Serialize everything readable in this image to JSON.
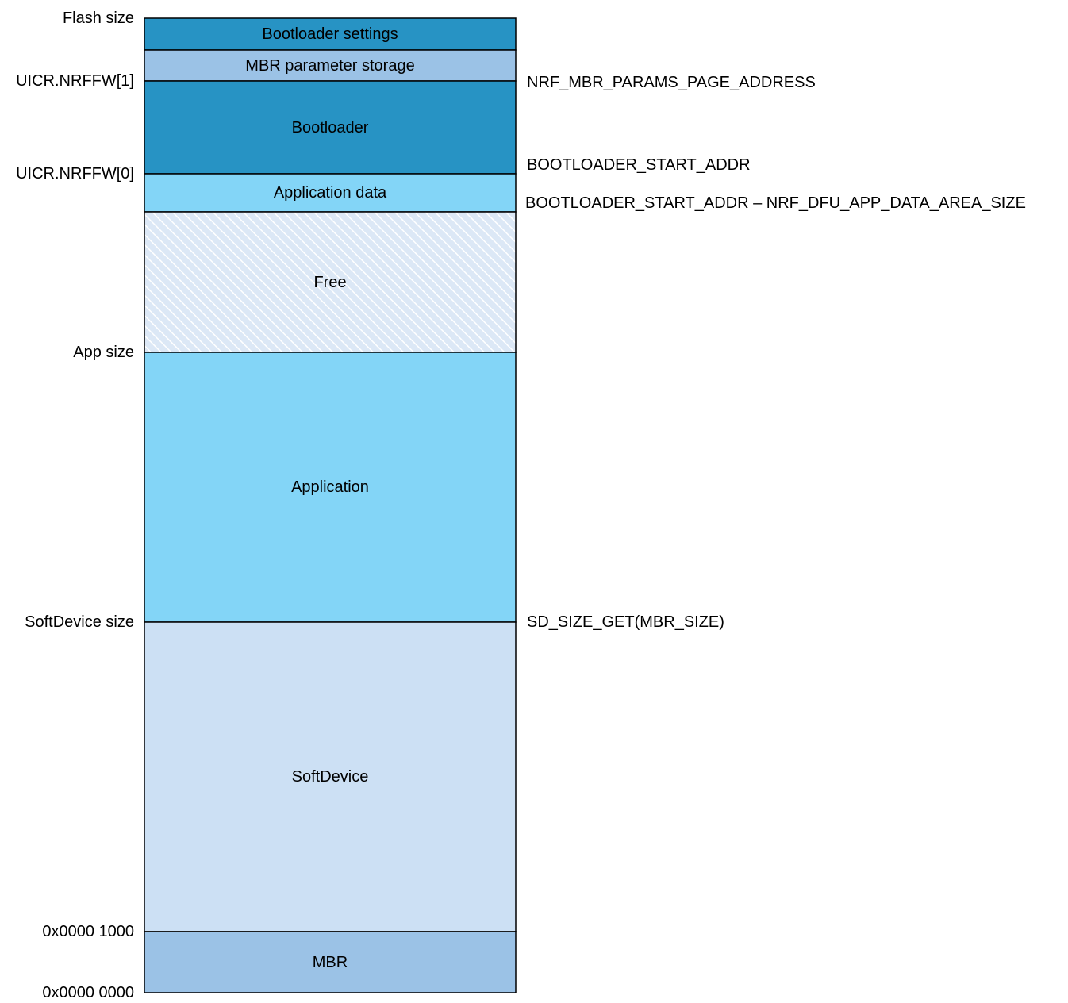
{
  "colors": {
    "dark_blue": "#2793C4",
    "light_steel": "#9BC2E6",
    "cyan": "#83D5F7",
    "pale_blue": "#CCE0F4",
    "free_base": "#DCE8F6",
    "free_stripe": "#FFFFFF",
    "outline": "#000000"
  },
  "segments": [
    {
      "id": "bootloader-settings",
      "label": "Bootloader settings",
      "color": "#2793C4",
      "pattern": "solid"
    },
    {
      "id": "mbr-parameter-storage",
      "label": "MBR parameter storage",
      "color": "#9BC2E6",
      "pattern": "solid"
    },
    {
      "id": "bootloader",
      "label": "Bootloader",
      "color": "#2793C4",
      "pattern": "solid"
    },
    {
      "id": "application-data",
      "label": "Application data",
      "color": "#83D5F7",
      "pattern": "solid"
    },
    {
      "id": "free",
      "label": "Free",
      "color": "#DCE8F6",
      "pattern": "diagonal-hatch"
    },
    {
      "id": "application",
      "label": "Application",
      "color": "#83D5F7",
      "pattern": "solid"
    },
    {
      "id": "softdevice",
      "label": "SoftDevice",
      "color": "#CCE0F4",
      "pattern": "solid"
    },
    {
      "id": "mbr",
      "label": "MBR",
      "color": "#9BC2E6",
      "pattern": "solid"
    }
  ],
  "left_labels": {
    "flash_size": "Flash size",
    "uicr_nrffw_1": "UICR.NRFFW[1]",
    "uicr_nrffw_0": "UICR.NRFFW[0]",
    "app_size": "App size",
    "softdevice_size": "SoftDevice size",
    "addr_1000": "0x0000 1000",
    "addr_0000": "0x0000 0000"
  },
  "right_labels": {
    "mbr_params_page": "NRF_MBR_PARAMS_PAGE_ADDRESS",
    "bootloader_start": "BOOTLOADER_START_ADDR",
    "app_data_start": "BOOTLOADER_START_ADDR – NRF_DFU_APP_DATA_AREA_SIZE",
    "sd_size_get": "SD_SIZE_GET(MBR_SIZE)"
  }
}
